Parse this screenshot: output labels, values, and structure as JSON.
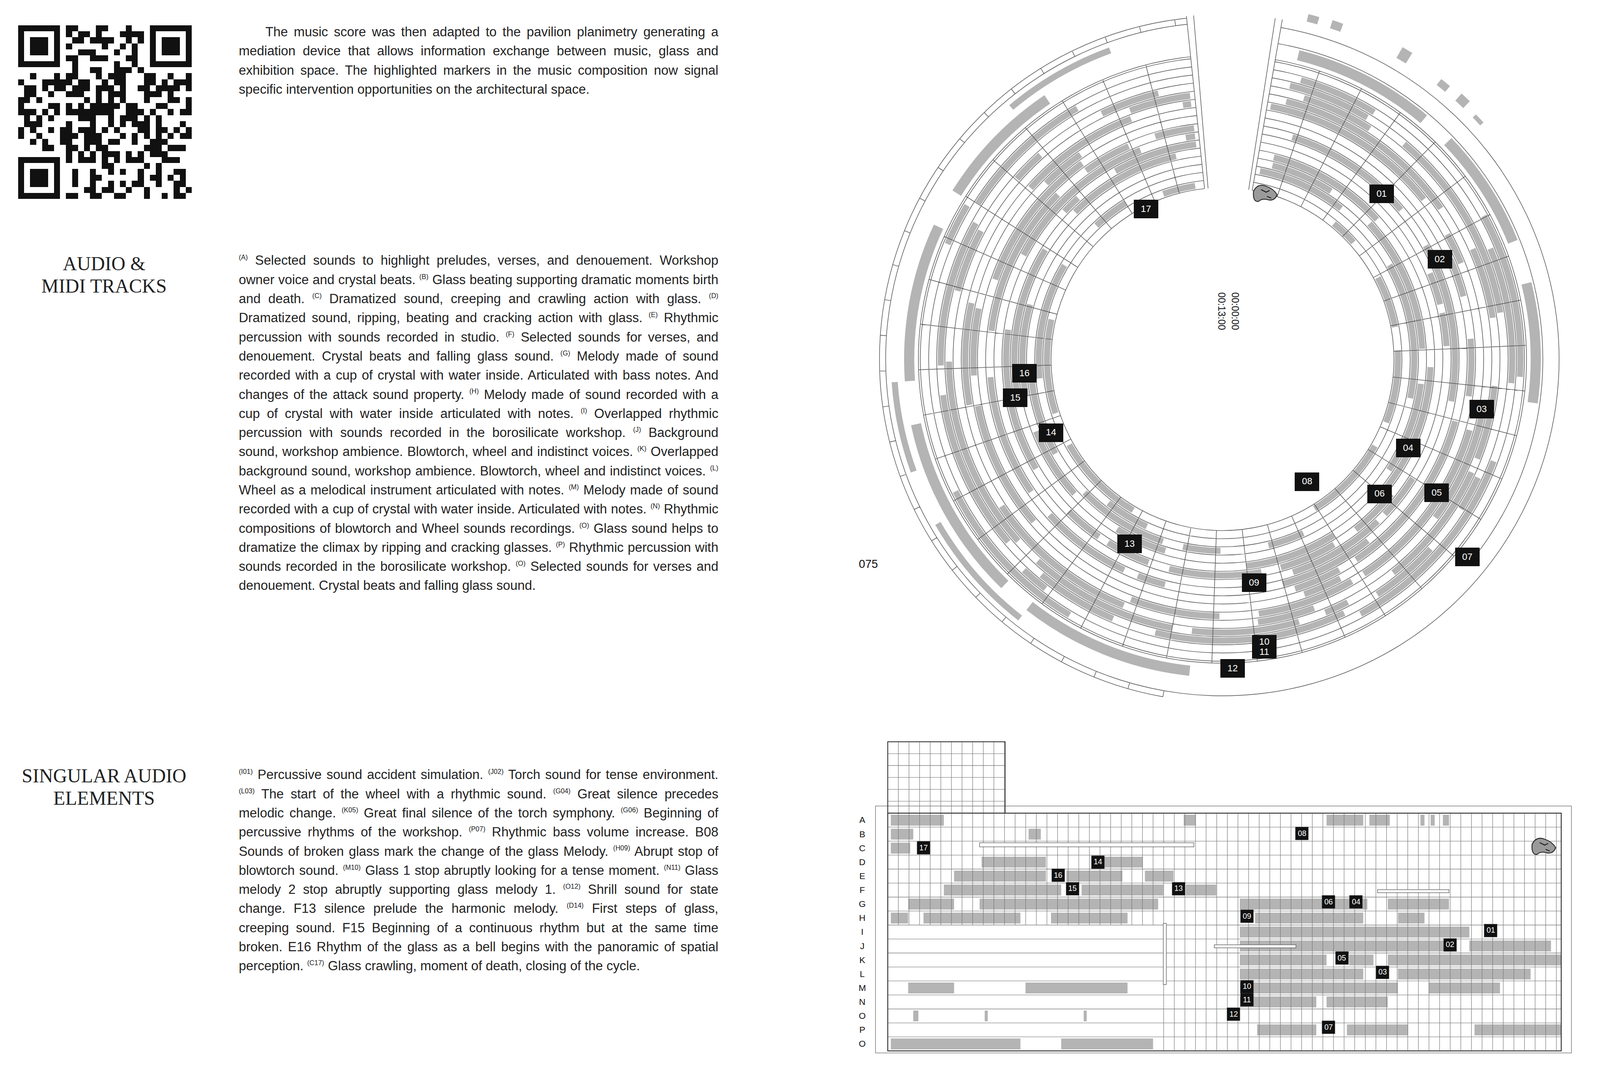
{
  "diagram": {
    "nodes": [
      {
        "text": [
          "01"
        ]
      },
      {
        "text": [
          "02"
        ]
      },
      {
        "text": [
          "03"
        ]
      },
      {
        "text": [
          "04"
        ]
      },
      {
        "text": [
          "05"
        ]
      },
      {
        "text": [
          "06"
        ]
      },
      {
        "text": [
          "07"
        ]
      },
      {
        "text": [
          "08"
        ]
      },
      {
        "text": [
          "09"
        ]
      },
      {
        "text": [
          "10",
          "11"
        ]
      },
      {
        "text": [
          "12"
        ]
      },
      {
        "text": [
          "13"
        ]
      },
      {
        "text": [
          "14"
        ]
      },
      {
        "text": [
          "15"
        ]
      },
      {
        "text": [
          "16"
        ]
      },
      {
        "text": [
          "17"
        ]
      },
      {
        "text": [
          "01"
        ]
      },
      {
        "text": [
          "02"
        ]
      },
      {
        "text": [
          "03"
        ]
      },
      {
        "text": [
          "04"
        ]
      },
      {
        "text": [
          "05"
        ]
      },
      {
        "text": [
          "06"
        ]
      },
      {
        "text": [
          "07"
        ]
      },
      {
        "text": [
          "08"
        ]
      },
      {
        "text": [
          "09"
        ]
      },
      {
        "text": [
          "10"
        ]
      },
      {
        "text": [
          "11"
        ]
      },
      {
        "text": [
          "12"
        ]
      },
      {
        "text": [
          "13"
        ]
      },
      {
        "text": [
          "14"
        ]
      },
      {
        "text": [
          "15"
        ]
      },
      {
        "text": [
          "16"
        ]
      },
      {
        "text": [
          "17"
        ]
      }
    ],
    "labels": [
      "The music score was then adapted to the pavilion planimetry generating a mediation device that allows information exchange between music, glass and exhibition space. The highlighted markers in the music composition now signal specific intervention opportunities on the architectural space.",
      "AUDIO & MIDI TRACKS",
      "(A)",
      "Selected sounds to highlight preludes, verses, and denouement. Workshop owner voice and crystal beats.",
      "(B)",
      "Glass beating supporting dramatic moments birth and death.",
      "(C)",
      "Dramatized sound, creeping and crawling action with glass.",
      "(D)",
      "Dramatized sound, ripping, beating and cracking action with glass.",
      "(E)",
      "Rhythmic percussion with sounds recorded in studio.",
      "(F)",
      "Selected sounds for verses, and denouement. Crystal beats and falling glass sound.",
      "(G)",
      "Melody made of sound recorded with a cup of crystal with water inside. Articulated with bass notes. And changes of the attack sound property.",
      "(H)",
      "Melody made of sound recorded with a cup of crystal with water inside articulated with notes.",
      "(I)",
      "Overlapped rhythmic percussion with sounds recorded in the borosilicate workshop.",
      "(J)",
      "Background sound, workshop ambience. Blowtorch, wheel and indistinct voices.",
      "(K)",
      "Overlapped background sound, workshop ambience. Blowtorch, wheel and indistinct voices.",
      "(L)",
      "Wheel as a melodical instrument articulated with notes.",
      "(M)",
      "Melody made of sound recorded with a cup of crystal with water inside. Articulated with notes.",
      "(N)",
      "Rhythmic compositions of blowtorch and Wheel sounds recordings.",
      "(O)",
      "Glass sound helps to dramatize the climax by ripping and cracking glasses.",
      "(P)",
      "Rhythmic percussion with sounds recorded in the borosilicate workshop.",
      "(O)",
      "Selected sounds for verses and denouement. Crystal beats and falling glass sound.",
      "SINGULAR AUDIO ELEMENTS",
      "(I01)",
      "Percussive sound accident simulation.",
      "(J02)",
      "Torch sound for tense environment.",
      "(L03)",
      "The start of the wheel with a rhythmic sound.",
      "(G04)",
      "Great silence precedes melodic change.",
      "(K05)",
      "Great final silence of the torch symphony.",
      "(G06)",
      "Beginning of percussive rhythms of the workshop.",
      "(P07)",
      "Rhythmic bass volume increase. B08 Sounds of broken glass mark the change of the glass Melody.",
      "(H09)",
      "Abrupt stop of blowtorch sound.",
      "(M10)",
      "Glass 1 stop abruptly looking for a tense moment.",
      "(N11)",
      "Glass melody 2 stop abruptly supporting glass melody 1.",
      "(O12)",
      "Shrill sound for state change. F13 silence prelude the harmonic melody.",
      "(D14)",
      "First steps of glass, creeping sound. F15 Beginning of a continuous rhythm but at the same time broken. E16 Rhythm of the glass as a bell begins with the panoramic of spatial perception.",
      "(C17)",
      "Glass crawling, moment of death, closing of the cycle.",
      "00:13:00",
      "00:00:00",
      "075",
      "A",
      "B",
      "C",
      "D",
      "E",
      "F",
      "G",
      "H",
      "I",
      "J",
      "K",
      "L",
      "M",
      "N",
      "O",
      "P",
      "O"
    ]
  }
}
